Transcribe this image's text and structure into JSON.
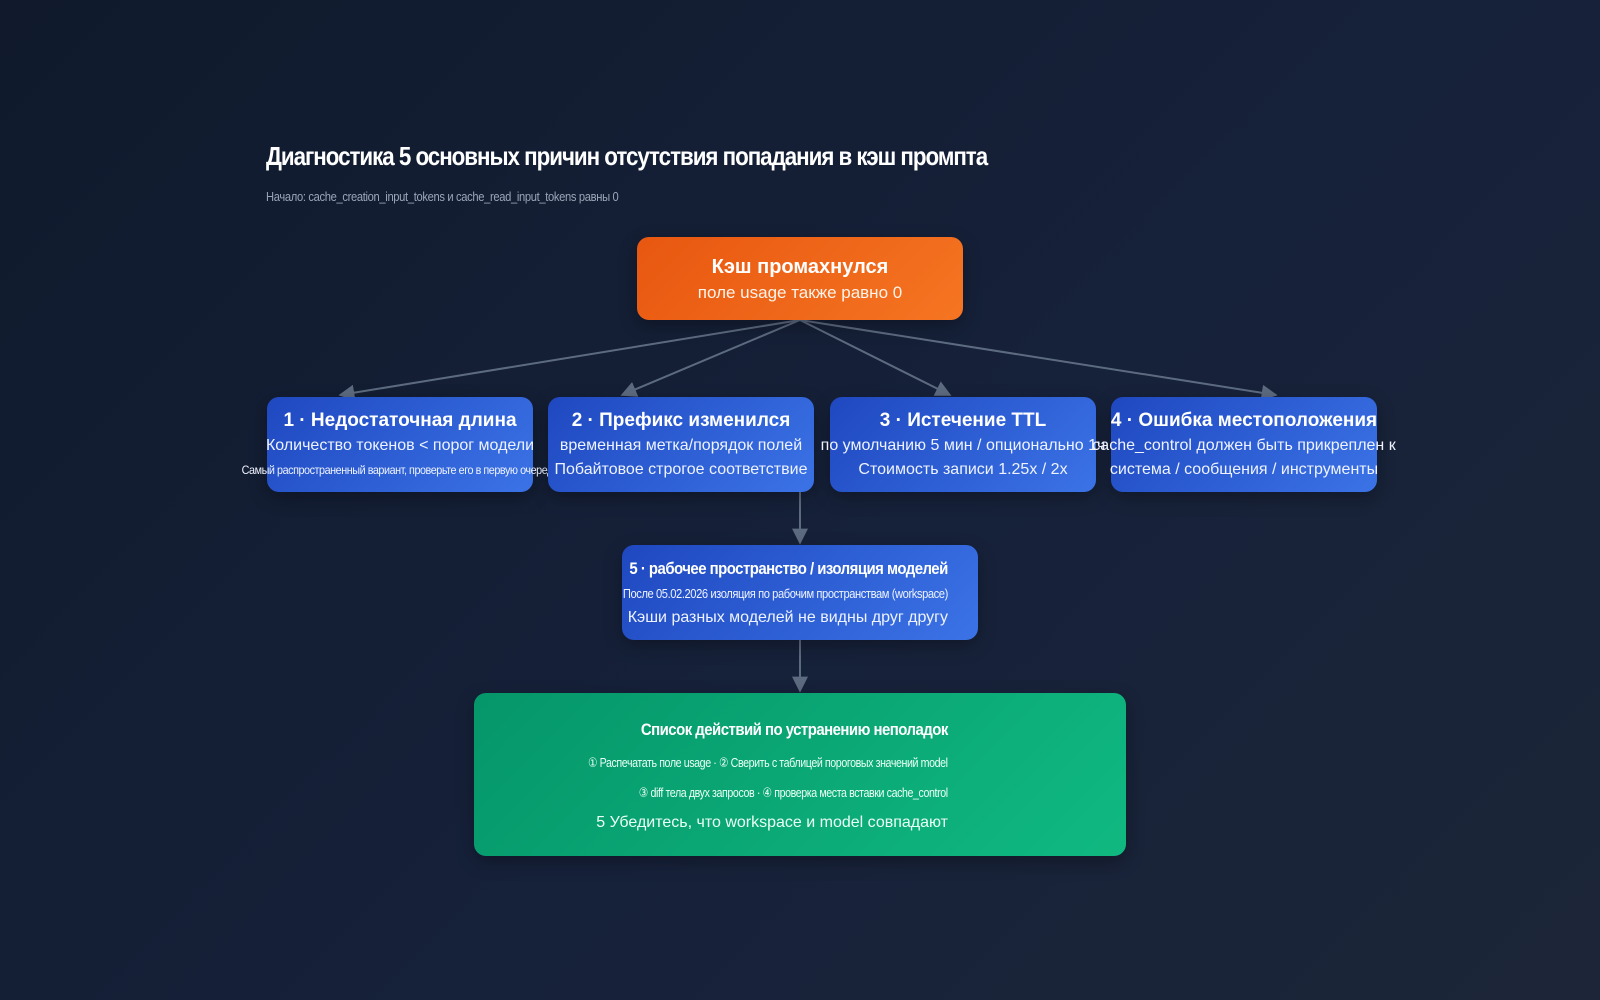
{
  "header": {
    "title": "Диагностика 5 основных причин отсутствия попадания в кэш промпта",
    "subtitle": "Начало: cache_creation_input_tokens и cache_read_input_tokens равны 0"
  },
  "root": {
    "title": "Кэш промахнулся",
    "desc": "поле usage также равно 0"
  },
  "causes": [
    {
      "title": "1 · Недостаточная длина",
      "line1": "Количество токенов < порог модели",
      "line2": "Самый распространенный вариант, проверьте его в первую очередь"
    },
    {
      "title": "2 · Префикс изменился",
      "line1": "временная метка/порядок полей",
      "line2": "Побайтовое строгое соответствие"
    },
    {
      "title": "3 · Истечение TTL",
      "line1": "по умолчанию 5 мин / опционально 1ч",
      "line2": "Стоимость записи 1.25x / 2x"
    },
    {
      "title": "4 · Ошибка местоположения",
      "line1": "cache_control должен быть прикреплен к",
      "line2": "система / сообщения / инструменты"
    },
    {
      "title": "5 · рабочее пространство / изоляция моделей",
      "line1": "После 05.02.2026 изоляция по рабочим пространствам (workspace)",
      "line2": "Кэши разных моделей не видны друг другу"
    }
  ],
  "actions": {
    "title": "Список действий по устранению неполадок",
    "line1": "① Распечатать поле usage · ② Сверить с таблицей пороговых значений model",
    "line2": "③ diff тела двух запросов · ④ проверка места вставки cache_control",
    "line3": "5 Убедитесь, что workspace и model совпадают"
  },
  "colors": {
    "root": "#f06a18",
    "cause": "#2f5fd8",
    "action": "#0ea574",
    "edge": "#5d6b80"
  }
}
